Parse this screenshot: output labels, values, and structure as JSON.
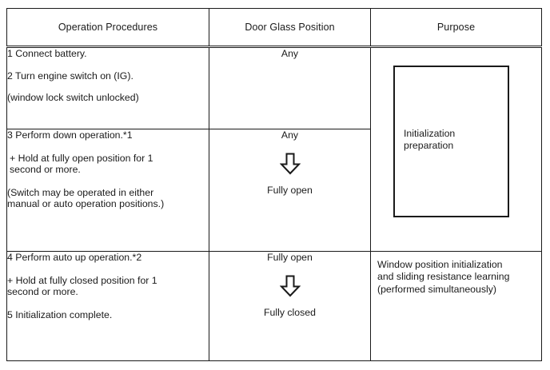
{
  "table": {
    "headers": [
      {
        "label": "Operation Procedures",
        "name": "col-header-operation-procedures"
      },
      {
        "label": "Door Glass Position",
        "name": "col-header-door-glass-position"
      },
      {
        "label": "Purpose",
        "name": "col-header-purpose"
      }
    ],
    "rows": [
      {
        "procedures": [
          "1 Connect battery.",
          "2 Turn engine switch on (IG).",
          "(window lock switch unlocked)"
        ],
        "glass": {
          "from": "Any",
          "arrow": "down-arrow-icon",
          "to": ""
        },
        "purpose": {
          "boxed": true,
          "box_label": "Initialization\npreparation",
          "text": ""
        }
      },
      {
        "procedures": [
          "3 Perform down operation.*1",
          "+ Hold at fully open position for 1\nsecond or more.",
          "(Switch may be operated in either\nmanual or auto operation positions.)"
        ],
        "glass": {
          "from": "Any",
          "arrow": "down-arrow-icon",
          "to": "Fully open"
        },
        "purpose": {
          "boxed": false,
          "box_label": "",
          "text": ""
        }
      },
      {
        "procedures": [
          "4 Perform auto up operation.*2",
          "+ Hold at fully closed position for 1\nsecond or more.",
          "5 Initialization complete."
        ],
        "glass": {
          "from": "Fully open",
          "arrow": "down-arrow-icon",
          "to": "Fully closed"
        },
        "purpose": {
          "boxed": false,
          "box_label": "",
          "text": "Window position initialization\nand sliding resistance learning\n(performed simultaneously)"
        }
      }
    ]
  },
  "colors": {
    "ink": "#1a1a1a",
    "page_background": "#ffffff"
  }
}
